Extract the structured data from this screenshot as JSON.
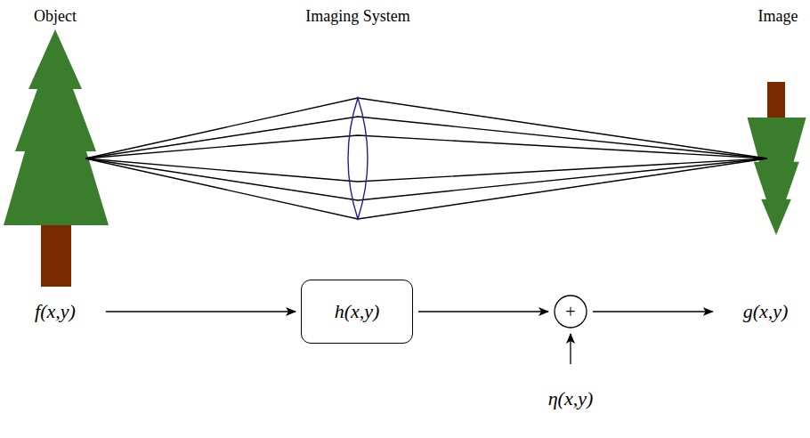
{
  "diagram": {
    "nodes": [
      {
        "text": [
          "f(x,y)"
        ]
      },
      {
        "text": [
          "h(x,y)"
        ]
      },
      {
        "text": [
          "+"
        ]
      },
      {
        "text": [
          "g(x,y)"
        ]
      },
      {
        "text": [
          "η(x,y)"
        ]
      }
    ],
    "edges": [
      {
        "from": 0,
        "to": 1,
        "arrow": "to"
      },
      {
        "from": 1,
        "to": 2,
        "arrow": "to"
      },
      {
        "from": 2,
        "to": 3,
        "arrow": "to"
      },
      {
        "from": 4,
        "to": 2,
        "arrow": "to"
      }
    ],
    "labels": [
      "Object",
      "Imaging System",
      "Image"
    ]
  }
}
